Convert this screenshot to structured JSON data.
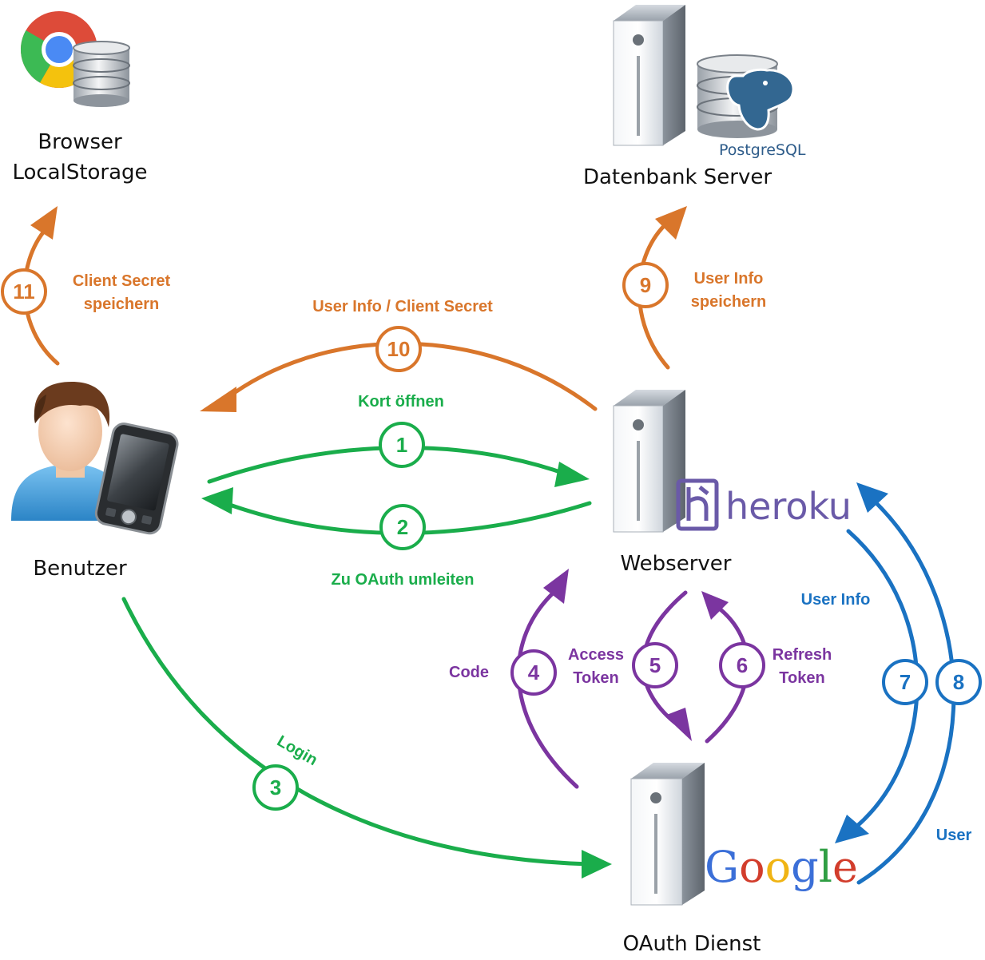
{
  "colors": {
    "orange": "#d9762b",
    "green": "#1aad4b",
    "purple": "#7b35a0",
    "blue": "#1a72c2"
  },
  "nodes": {
    "browser": {
      "line1": "Browser",
      "line2": "LocalStorage",
      "icon": "chrome-database-icon"
    },
    "database": {
      "label": "Datenbank Server",
      "brand": "PostgreSQL",
      "icon": "postgresql-server-icon"
    },
    "user": {
      "label": "Benutzer",
      "icon": "user-smartphone-icon"
    },
    "webserver": {
      "label": "Webserver",
      "brand": "heroku",
      "icon": "heroku-server-icon"
    },
    "oauth": {
      "label": "OAuth Dienst",
      "brand": "Google",
      "icon": "google-server-icon"
    }
  },
  "steps": [
    {
      "num": "1",
      "label": "Kort öffnen",
      "color": "green"
    },
    {
      "num": "2",
      "label": "Zu OAuth umleiten",
      "color": "green"
    },
    {
      "num": "3",
      "label": "Login",
      "color": "green"
    },
    {
      "num": "4",
      "label": "Code",
      "color": "purple"
    },
    {
      "num": "5",
      "label_line1": "Access",
      "label_line2": "Token",
      "color": "purple"
    },
    {
      "num": "6",
      "label_line1": "Refresh",
      "label_line2": "Token",
      "color": "purple"
    },
    {
      "num": "7",
      "label": "User Info",
      "color": "blue"
    },
    {
      "num": "8",
      "label": "User",
      "color": "blue"
    },
    {
      "num": "9",
      "label_line1": "User Info",
      "label_line2": "speichern",
      "color": "orange"
    },
    {
      "num": "10",
      "label": "User Info / Client Secret",
      "color": "orange"
    },
    {
      "num": "11",
      "label_line1": "Client Secret",
      "label_line2": "speichern",
      "color": "orange"
    }
  ]
}
